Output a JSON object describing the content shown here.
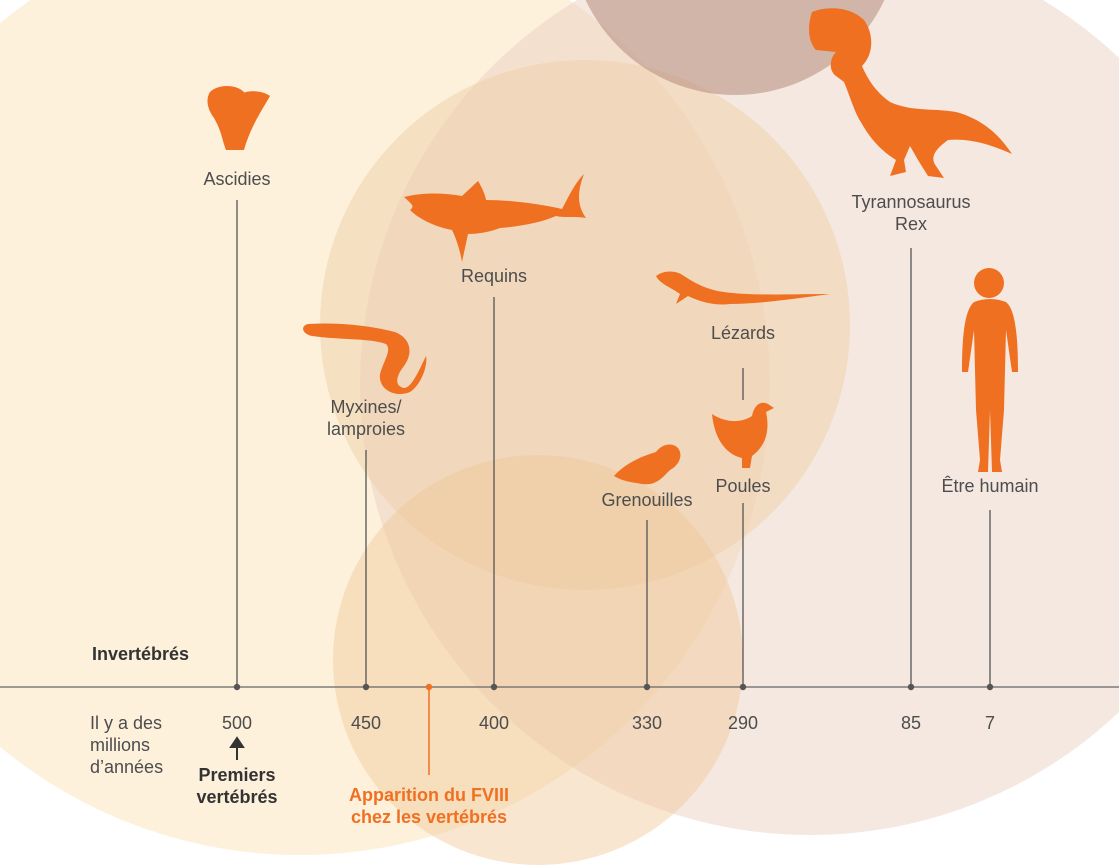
{
  "colors": {
    "accent": "#f07021",
    "circle_light": "#fdeed6",
    "circle_mid": "#f2d2b0",
    "circle_rose": "#e9cbbd",
    "circle_dark": "#c7a08f",
    "axis": "#666666"
  },
  "axis_title": "Il y a des\nmillions\nd’années",
  "group_label": "Invertébrés",
  "ticks": [
    "500",
    "450",
    "400",
    "330",
    "290",
    "85",
    "7"
  ],
  "first_vertebrates": "Premiers\nvertébrés",
  "fviii_label": "Apparition du FVIII\nchez les vertébrés",
  "organisms": [
    {
      "name": "Ascidies",
      "icon": "sea-squirt-icon"
    },
    {
      "name": "Myxines/\nlamproies",
      "icon": "lamprey-icon"
    },
    {
      "name": "Requins",
      "icon": "shark-icon"
    },
    {
      "name": "Grenouilles",
      "icon": "frog-icon"
    },
    {
      "name": "Poules",
      "icon": "chicken-icon"
    },
    {
      "name": "Lézards",
      "icon": "lizard-icon"
    },
    {
      "name": "Tyrannosaurus\nRex",
      "icon": "t-rex-icon"
    },
    {
      "name": "Être humain",
      "icon": "human-icon"
    }
  ]
}
